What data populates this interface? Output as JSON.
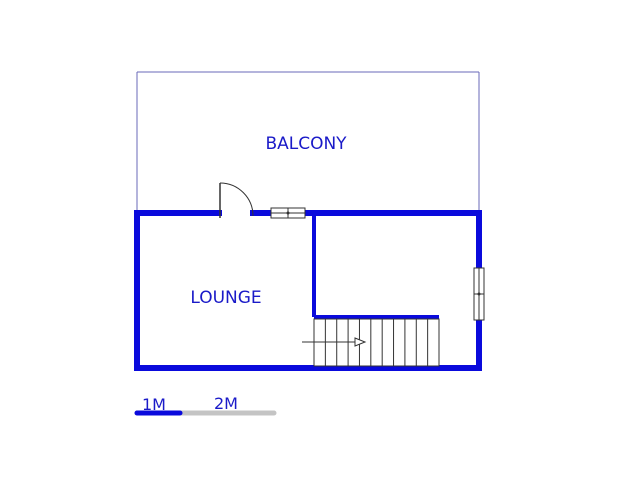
{
  "rooms": {
    "balcony": "BALCONY",
    "lounge": "LOUNGE"
  },
  "scale_bar": {
    "label_1": "1M",
    "label_2": "2M"
  },
  "colors": {
    "wall": "#0a0adc",
    "thin_outline": "#6a6ab8",
    "text": "#1a1ac8",
    "scale_filled": "#0a0adc",
    "scale_empty": "#c4c4c4",
    "fixture": "#333333"
  }
}
